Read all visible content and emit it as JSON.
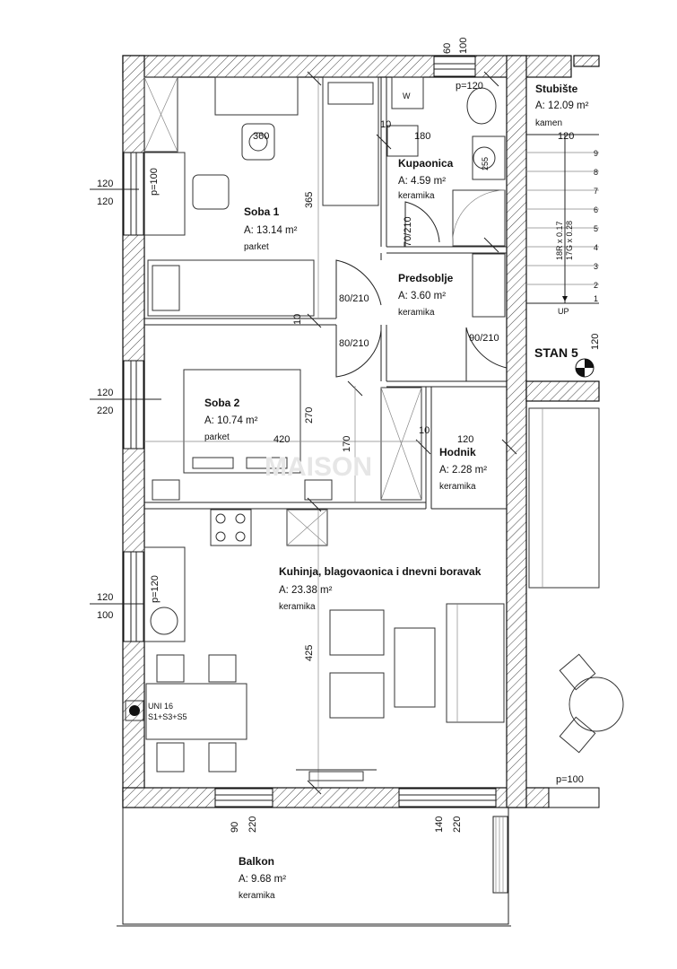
{
  "rooms": {
    "soba1": {
      "name": "Soba 1",
      "area": "A: 13.14 m²",
      "material": "parket"
    },
    "soba2": {
      "name": "Soba 2",
      "area": "A: 10.74 m²",
      "material": "parket"
    },
    "kupaonica": {
      "name": "Kupaonica",
      "area": "A: 4.59 m²",
      "material": "keramika"
    },
    "predsoblje": {
      "name": "Predsoblje",
      "area": "A: 3.60 m²",
      "material": "keramika"
    },
    "hodnik": {
      "name": "Hodnik",
      "area": "A: 2.28 m²",
      "material": "keramika"
    },
    "kuhinja": {
      "name": "Kuhinja, blagovaonica i dnevni boravak",
      "area": "A: 23.38 m²",
      "material": "keramika"
    },
    "balkon": {
      "name": "Balkon",
      "area": "A: 9.68 m²",
      "material": "keramika"
    },
    "stubiste": {
      "name": "Stubište",
      "area": "A: 12.09 m²",
      "material": "kamen"
    }
  },
  "labels": {
    "stan": "STAN 5",
    "up": "UP",
    "stair_note_1": "18R x 0.17",
    "stair_note_2": "17G x 0.28",
    "uni": "UNI 16",
    "uni_sub": "S1+S3+S5",
    "watermark": "MAISON",
    "wc": "W",
    "boiler": "255"
  },
  "dims": {
    "top_60": "60",
    "top_100": "100",
    "p120_top": "p=120",
    "d360": "360",
    "d365": "365",
    "d180": "180",
    "d120_stair": "120",
    "d10_a": "10",
    "d10_b": "10",
    "d10_c": "10",
    "p100_left": "p=100",
    "w120a": "120",
    "w120b": "120",
    "w120c": "120",
    "w220c": "220",
    "w120d": "120",
    "w100d": "100",
    "door_70_210": "70/210",
    "door_80_210_a": "80/210",
    "door_80_210_b": "80/210",
    "door_90_210": "90/210",
    "d120_stan": "120",
    "d270": "270",
    "d420": "420",
    "d170": "170",
    "d120_hod": "120",
    "p120_kitchen": "p=120",
    "d425": "425",
    "b90": "90",
    "b220a": "220",
    "b140": "140",
    "b220b": "220",
    "p100_right": "p=100",
    "steps": [
      "9",
      "8",
      "7",
      "6",
      "5",
      "4",
      "3",
      "2",
      "1"
    ]
  }
}
